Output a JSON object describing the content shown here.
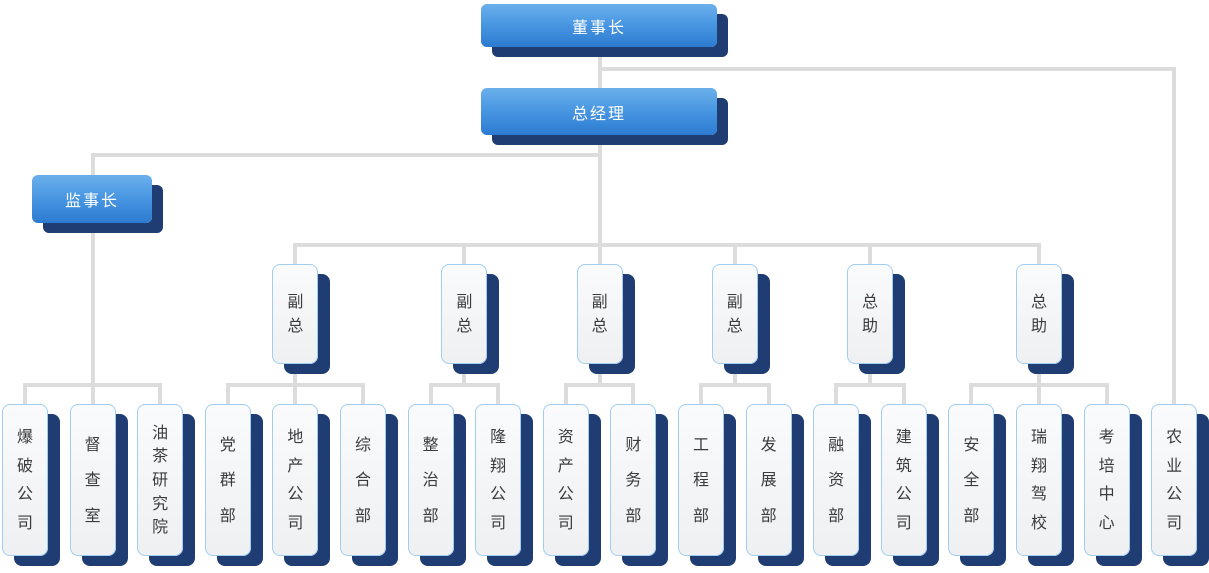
{
  "chart_title": "",
  "colors": {
    "node_blue_top": "#6bb0eb",
    "node_blue_bottom": "#2d7bd0",
    "shadow_navy": "#1f3c73",
    "connector_gray": "#dcdcdc",
    "node_border_blue": "#a2cdf0",
    "node_bg": "#f5f6f7",
    "label_dark": "#3c3c3c",
    "label_white": "#ffffff"
  },
  "nodes": [
    {
      "id": "chairman",
      "label": "董事长"
    },
    {
      "id": "general-manager",
      "label": "总经理"
    },
    {
      "id": "supervisor-chief",
      "label": "监事长"
    },
    {
      "id": "vp-1",
      "label": "副总"
    },
    {
      "id": "vp-2",
      "label": "副总"
    },
    {
      "id": "vp-3",
      "label": "副总"
    },
    {
      "id": "vp-4",
      "label": "副总"
    },
    {
      "id": "assistant-1",
      "label": "总助"
    },
    {
      "id": "assistant-2",
      "label": "总助"
    },
    {
      "id": "blasting-company",
      "label": "爆破公司"
    },
    {
      "id": "supervision-office",
      "label": "督查室"
    },
    {
      "id": "camellia-research-institute",
      "label": "油茶研究院"
    },
    {
      "id": "party-masses-dept",
      "label": "党群部"
    },
    {
      "id": "real-estate-company",
      "label": "地产公司"
    },
    {
      "id": "general-affairs-dept",
      "label": "综合部"
    },
    {
      "id": "renovation-dept",
      "label": "整治部"
    },
    {
      "id": "longxiang-company",
      "label": "隆翔公司"
    },
    {
      "id": "assets-company",
      "label": "资产公司"
    },
    {
      "id": "finance-dept",
      "label": "财务部"
    },
    {
      "id": "engineering-dept",
      "label": "工程部"
    },
    {
      "id": "development-dept",
      "label": "发展部"
    },
    {
      "id": "financing-dept",
      "label": "融资部"
    },
    {
      "id": "construction-company",
      "label": "建筑公司"
    },
    {
      "id": "safety-dept",
      "label": "安全部"
    },
    {
      "id": "ruixiang-driving-school",
      "label": "瑞翔驾校"
    },
    {
      "id": "testing-training-center",
      "label": "考培中心"
    },
    {
      "id": "agriculture-company",
      "label": "农业公司"
    }
  ],
  "hierarchy": [
    {
      "parent": "chairman",
      "children": [
        "general-manager",
        "agriculture-company"
      ]
    },
    {
      "parent": "general-manager",
      "children": [
        "supervisor-chief",
        "vp-1",
        "vp-2",
        "vp-3",
        "vp-4",
        "assistant-1",
        "assistant-2"
      ]
    },
    {
      "parent": "supervisor-chief",
      "children": [
        "blasting-company",
        "supervision-office",
        "camellia-research-institute"
      ]
    },
    {
      "parent": "vp-1",
      "children": [
        "party-masses-dept",
        "real-estate-company",
        "general-affairs-dept"
      ]
    },
    {
      "parent": "vp-2",
      "children": [
        "renovation-dept",
        "longxiang-company"
      ]
    },
    {
      "parent": "vp-3",
      "children": [
        "assets-company",
        "finance-dept"
      ]
    },
    {
      "parent": "vp-4",
      "children": [
        "engineering-dept",
        "development-dept"
      ]
    },
    {
      "parent": "assistant-1",
      "children": [
        "financing-dept",
        "construction-company"
      ]
    },
    {
      "parent": "assistant-2",
      "children": [
        "safety-dept",
        "ruixiang-driving-school",
        "testing-training-center"
      ]
    }
  ]
}
